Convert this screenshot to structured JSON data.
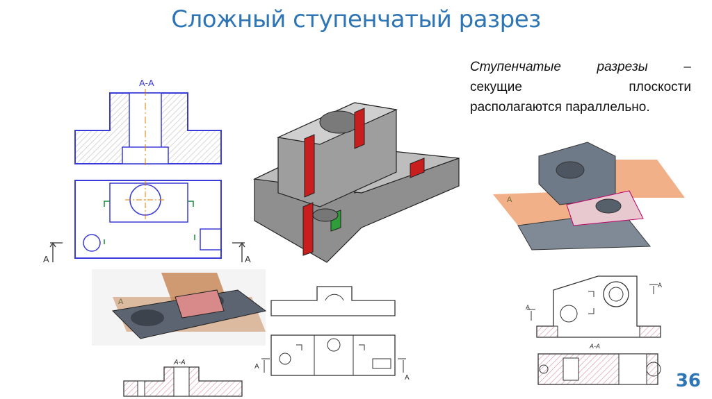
{
  "slide": {
    "title": "Сложный ступенчатый разрез",
    "description": {
      "term": "Ступенчатые разрезы",
      "dash": "–",
      "line1_rest": "",
      "line2": "секущие плоскости",
      "line3": "располагаются параллельно."
    },
    "page_number": "36"
  },
  "drawings": {
    "top_left": {
      "section_label": "А-А",
      "arrow_left": "А",
      "arrow_right": "А"
    },
    "bottom_mid": {
      "section_label": "А-А",
      "plane_label": "А",
      "arrow_left": "А",
      "arrow_right": "А"
    },
    "bottom_right": {
      "section_label": "А-А",
      "arrow_left": "А",
      "arrow_right": "А"
    },
    "pictorial_right": {
      "plane_label": "А"
    }
  },
  "colors": {
    "title": "#2e75b6",
    "outline_blue": "#3a3ad8",
    "hatch_pink": "#d98fa8",
    "cut_red": "#c81e1e",
    "cut_green": "#2e9e3a",
    "plane_orange": "#f0a77a"
  }
}
